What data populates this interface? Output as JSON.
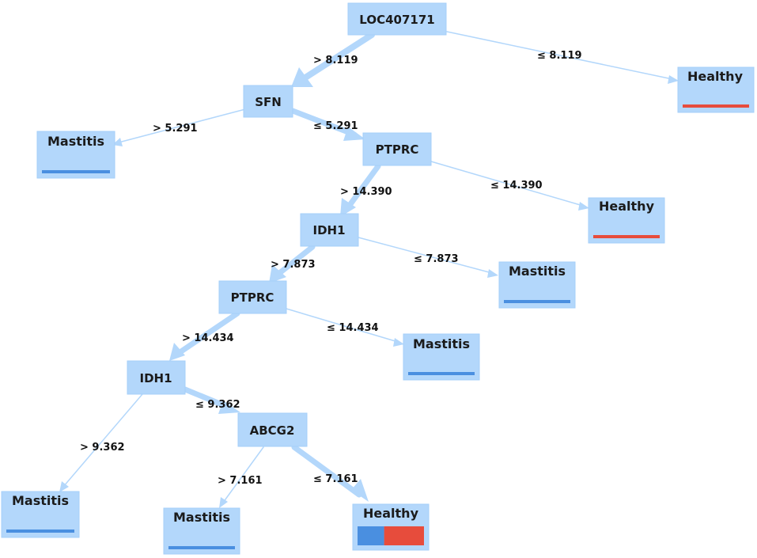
{
  "colors": {
    "node_fill": "#b3d7fb",
    "node_stroke": "#a6cff8",
    "edge": "#b3d7fb",
    "mastitis": "#4a8fe0",
    "healthy": "#e74c3c"
  },
  "nodes": [
    {
      "id": "n1",
      "label": "LOC407171"
    },
    {
      "id": "n2",
      "label": "SFN"
    },
    {
      "id": "n3",
      "label": "PTPRC"
    },
    {
      "id": "n4",
      "label": "IDH1"
    },
    {
      "id": "n5",
      "label": "PTPRC"
    },
    {
      "id": "n6",
      "label": "IDH1"
    },
    {
      "id": "n7",
      "label": "ABCG2"
    }
  ],
  "leaves": [
    {
      "id": "l1",
      "label": "Healthy",
      "mastitis_share": 0.0,
      "healthy_share": 1.0
    },
    {
      "id": "l2",
      "label": "Mastitis",
      "mastitis_share": 1.0,
      "healthy_share": 0.0
    },
    {
      "id": "l3",
      "label": "Healthy",
      "mastitis_share": 0.0,
      "healthy_share": 1.0
    },
    {
      "id": "l4",
      "label": "Mastitis",
      "mastitis_share": 1.0,
      "healthy_share": 0.0
    },
    {
      "id": "l5",
      "label": "Mastitis",
      "mastitis_share": 1.0,
      "healthy_share": 0.0
    },
    {
      "id": "l6",
      "label": "Mastitis",
      "mastitis_share": 1.0,
      "healthy_share": 0.0
    },
    {
      "id": "l7",
      "label": "Mastitis",
      "mastitis_share": 1.0,
      "healthy_share": 0.0
    },
    {
      "id": "l8",
      "label": "Healthy",
      "mastitis_share": 0.4,
      "healthy_share": 0.6
    }
  ],
  "edges": [
    {
      "id": "e1",
      "from": "n1",
      "to": "n2",
      "label": "> 8.119"
    },
    {
      "id": "e2",
      "from": "n1",
      "to": "l1",
      "label": "≤ 8.119"
    },
    {
      "id": "e3",
      "from": "n2",
      "to": "l2",
      "label": "> 5.291"
    },
    {
      "id": "e4",
      "from": "n2",
      "to": "n3",
      "label": "≤ 5.291"
    },
    {
      "id": "e5",
      "from": "n3",
      "to": "n4",
      "label": "> 14.390"
    },
    {
      "id": "e6",
      "from": "n3",
      "to": "l3",
      "label": "≤ 14.390"
    },
    {
      "id": "e7",
      "from": "n4",
      "to": "n5",
      "label": "> 7.873"
    },
    {
      "id": "e8",
      "from": "n4",
      "to": "l4",
      "label": "≤ 7.873"
    },
    {
      "id": "e9",
      "from": "n5",
      "to": "n6",
      "label": "> 14.434"
    },
    {
      "id": "e10",
      "from": "n5",
      "to": "l5",
      "label": "≤ 14.434"
    },
    {
      "id": "e11",
      "from": "n6",
      "to": "l6",
      "label": "> 9.362"
    },
    {
      "id": "e12",
      "from": "n6",
      "to": "n7",
      "label": "≤ 9.362"
    },
    {
      "id": "e13",
      "from": "n7",
      "to": "l7",
      "label": "> 7.161"
    },
    {
      "id": "e14",
      "from": "n7",
      "to": "l8",
      "label": "≤ 7.161"
    }
  ]
}
